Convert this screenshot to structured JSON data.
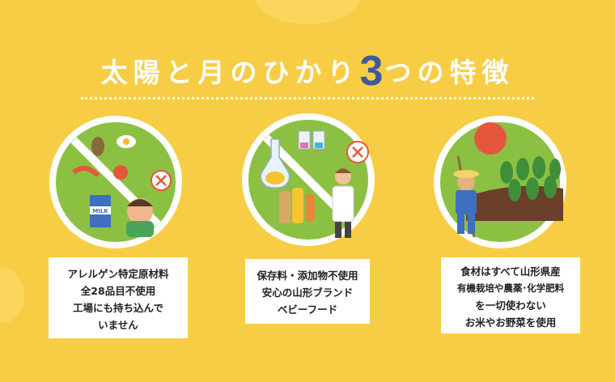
{
  "title": {
    "before": "太陽と月のひかり",
    "number": "3",
    "after": "つの特徴"
  },
  "features": [
    {
      "icon": "no-allergen-icon",
      "carton_label": "MILK",
      "lines": [
        "アレルゲン特定原材料",
        "全28品目不使用",
        "工場にも持ち込んで",
        "いません"
      ]
    },
    {
      "icon": "no-preservative-icon",
      "lines": [
        "保存料・添加物不使用",
        "安心の山形ブランド",
        "ベビーフード"
      ]
    },
    {
      "icon": "organic-farm-icon",
      "lines": [
        "食材はすべて山形県産",
        "有機栽培や農薬･化学肥料",
        "を一切使わない",
        "お米やお野菜を使用"
      ]
    }
  ],
  "colors": {
    "background": "#f8cd46",
    "accent": "#3e5a9c",
    "green": "#8cc043"
  }
}
